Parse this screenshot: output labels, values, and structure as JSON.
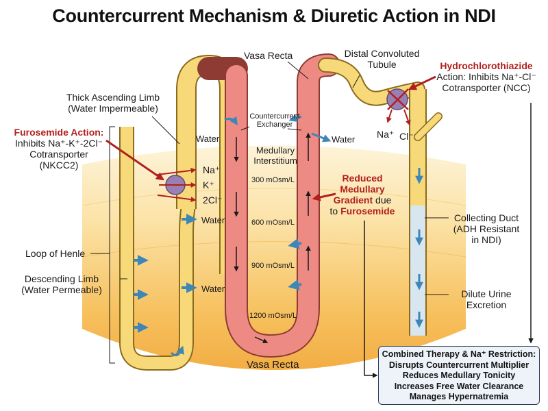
{
  "title": "Countercurrent Mechanism & Diuretic Action in NDI",
  "labels": {
    "vasa_recta_top": "Vasa Recta",
    "distal_tubule_1": "Distal Convoluted",
    "distal_tubule_2": "Tubule",
    "thick_limb_1": "Thick Ascending Limb",
    "thick_limb_2": "(Water Impermeable)",
    "furosemide_title": "Furosemide Action:",
    "furosemide_1": "Inhibits Na⁺-K⁺-2Cl⁻",
    "furosemide_2": "Cotransporter",
    "furosemide_3": "(NKCC2)",
    "countercurrent_1": "Countercurrent",
    "countercurrent_2": "Exchanger",
    "medullary_1": "Medullary",
    "medullary_2": "Interstitium",
    "water_1": "Water",
    "water_2": "Water",
    "water_3": "Water",
    "water_4": "Water",
    "ion_na": "Na⁺",
    "ion_k": "K⁺",
    "ion_cl": "2Cl⁻",
    "dct_na": "Na⁺",
    "dct_cl": "Cl⁻",
    "osm_300": "300 mOsm/L",
    "osm_600": "600 mOsm/L",
    "osm_900": "900 mOsm/L",
    "osm_1200": "1200 mOsm/L",
    "reduced_1": "Reduced",
    "reduced_2": "Medullary",
    "reduced_3": "Gradient",
    "reduced_due": " due",
    "reduced_to": "to ",
    "reduced_furo": "Furosemide",
    "hctz_title": "Hydrochlorothiazide",
    "hctz_1": "Action: Inhibits Na⁺-Cl⁻",
    "hctz_2": "Cotransporter (NCC)",
    "collecting_1": "Collecting Duct",
    "collecting_2": "(ADH Resistant",
    "collecting_3": "in NDI)",
    "loop_henle": "Loop of Henle",
    "descending_1": "Descending Limb",
    "descending_2": "(Water Permeable)",
    "dilute_1": "Dilute Urine",
    "dilute_2": "Excretion",
    "vasa_recta_bottom": "Vasa Recta"
  },
  "summary": {
    "title": "Combined Therapy & Na⁺ Restriction:",
    "line1": "Disrupts Countercurrent Multiplier",
    "line2": "Reduces Medullary Tonicity",
    "line3": "Increases Free Water Clearance",
    "line4": "Manages Hypernatremia"
  },
  "colors": {
    "tubule_fill": "#f7d97a",
    "tubule_stroke": "#8a6a1e",
    "vasa_fill": "#ee8a84",
    "vasa_stroke": "#8e3b33",
    "accent_red": "#b0201e",
    "water_arrow": "#3f86b8",
    "transporter": "#9a7fb3"
  }
}
